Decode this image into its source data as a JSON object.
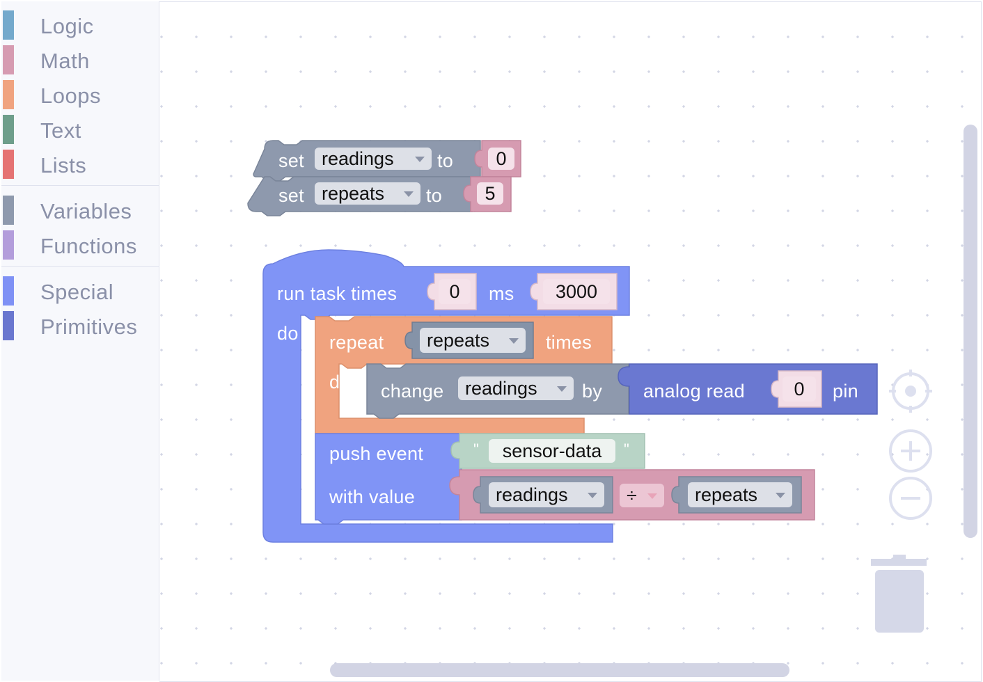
{
  "toolbox": {
    "categories": [
      {
        "label": "Logic",
        "color": "#74a9cc"
      },
      {
        "label": "Math",
        "color": "#d69bb1"
      },
      {
        "label": "Loops",
        "color": "#f0a37f"
      },
      {
        "label": "Text",
        "color": "#6e9e8b"
      },
      {
        "label": "Lists",
        "color": "#e57373"
      },
      {
        "label": "Variables",
        "color": "#8e99ad"
      },
      {
        "label": "Functions",
        "color": "#b39ddb"
      },
      {
        "label": "Special",
        "color": "#7f91f5"
      },
      {
        "label": "Primitives",
        "color": "#6a77cf"
      }
    ]
  },
  "colors": {
    "variables": "#8e99ad",
    "math": "#d69bb1",
    "loops": "#f0a37f",
    "text": "#b8d4c6",
    "special": "#8094f6",
    "primitives": "#6a78d1"
  },
  "blocks": {
    "set1": {
      "set": "set",
      "var": "readings",
      "to": "to",
      "value": "0"
    },
    "set2": {
      "set": "set",
      "var": "repeats",
      "to": "to",
      "value": "5"
    },
    "task": {
      "label": "run task times",
      "times": "0",
      "ms": "ms",
      "interval": "3000",
      "do": "do"
    },
    "repeat": {
      "label": "repeat",
      "var": "repeats",
      "times": "times",
      "do": "do"
    },
    "change": {
      "label": "change",
      "var": "readings",
      "by": "by"
    },
    "analog": {
      "label": "analog read",
      "pin_value": "0",
      "pin": "pin"
    },
    "push": {
      "label": "push event",
      "with_value": "with value",
      "quote_open": "\"",
      "event_name": "sensor-data",
      "quote_close": "\""
    },
    "divide": {
      "left": "readings",
      "op": "÷",
      "right": "repeats"
    }
  },
  "icons": {
    "recenter": "target-icon",
    "zoom_in": "zoom-in-icon",
    "zoom_out": "zoom-out-icon",
    "trash": "trash-icon"
  }
}
